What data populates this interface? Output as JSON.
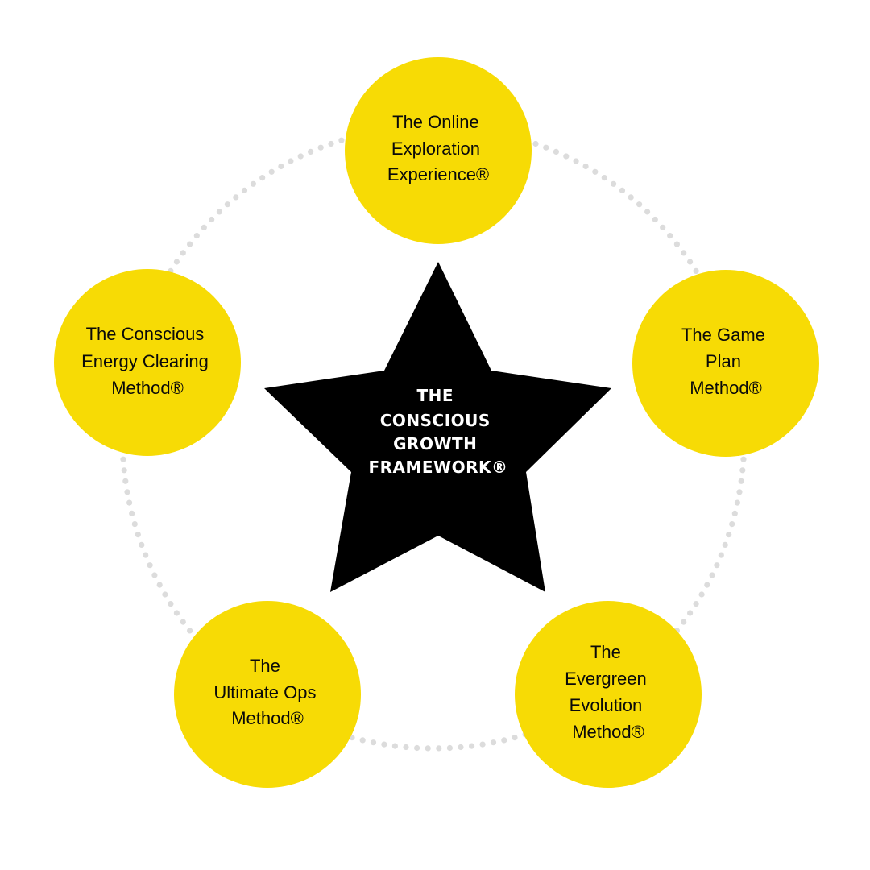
{
  "diagram": {
    "colors": {
      "node_fill": "#F7DB05",
      "star_fill": "#000000",
      "dots": "#DCDCDC",
      "node_text": "#0A0A0A",
      "center_text": "#FFFFFF"
    },
    "center": {
      "label_lines": [
        "THE",
        "CONSCIOUS",
        "GROWTH",
        "FRAMEWORK®"
      ]
    },
    "nodes": [
      {
        "id": "online-exploration-experience",
        "position": "top",
        "label_lines": [
          "The Online",
          "Exploration",
          "Experience®"
        ]
      },
      {
        "id": "game-plan-method",
        "position": "right",
        "label_lines": [
          "The Game",
          "Plan",
          "Method®"
        ]
      },
      {
        "id": "evergreen-evolution-method",
        "position": "bottom-right",
        "label_lines": [
          "The",
          "Evergreen",
          "Evolution",
          "Method®"
        ]
      },
      {
        "id": "ultimate-ops-method",
        "position": "bottom-left",
        "label_lines": [
          "The",
          "Ultimate Ops",
          "Method®"
        ]
      },
      {
        "id": "conscious-energy-clearing-method",
        "position": "left",
        "label_lines": [
          "The Conscious",
          "Energy Clearing",
          "Method®"
        ]
      }
    ]
  }
}
